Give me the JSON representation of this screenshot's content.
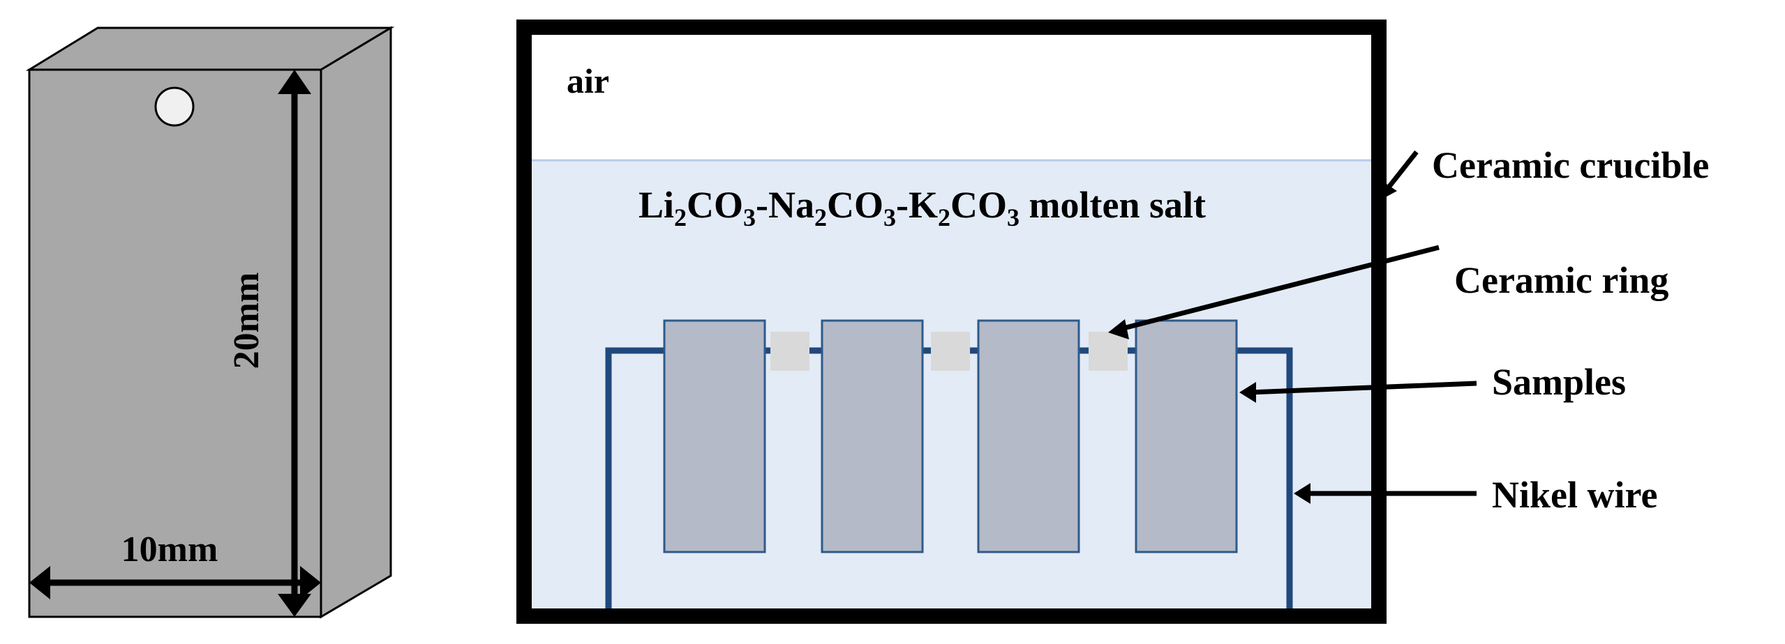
{
  "sample_block": {
    "width_label": "10mm",
    "height_label": "20mm",
    "face_color": "#a8a8a8",
    "hole_color": "#f0f0f0"
  },
  "crucible": {
    "air_label": "air",
    "salt_label": {
      "parts": [
        "Li",
        "2",
        "CO",
        "3",
        "-Na",
        "2",
        "CO",
        "3",
        "-K",
        "2",
        "CO",
        "3",
        " molten salt"
      ],
      "full": "Li2CO3-Na2CO3-K2CO3 molten salt"
    },
    "salt_color": "#e3ebf7",
    "wire_color": "#1f497d",
    "sample_color": "#b4bac8",
    "ring_color": "#d9d9d9",
    "sample_count": 4,
    "ring_count": 3
  },
  "callouts": [
    {
      "id": "ceramic-crucible",
      "label": "Ceramic crucible"
    },
    {
      "id": "ceramic-ring",
      "label": "Ceramic ring"
    },
    {
      "id": "samples",
      "label": "Samples"
    },
    {
      "id": "nickel-wire",
      "label": "Nikel wire"
    }
  ]
}
